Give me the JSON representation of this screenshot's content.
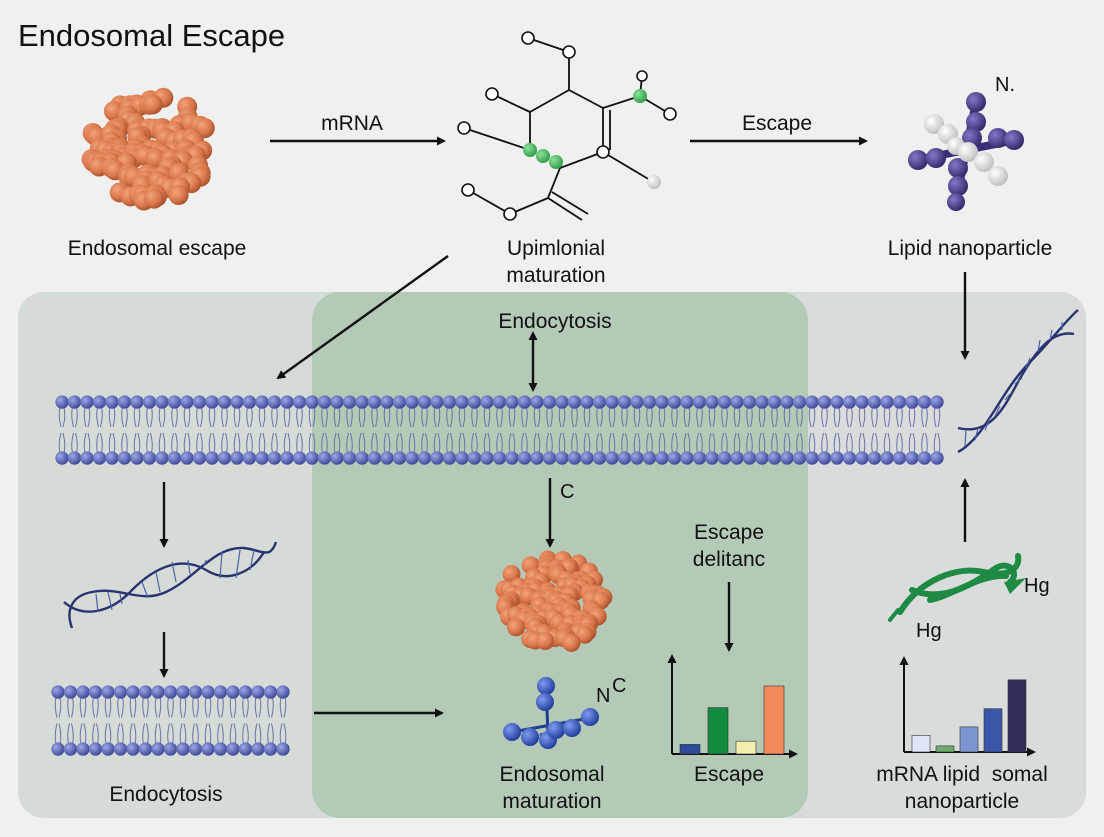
{
  "diagram": {
    "title": "Endosomal Escape",
    "top_row": {
      "cluster_label": "Endosomal escape",
      "arrow_mrna_label": "mRNA",
      "molecule_label_line1": "Upimlonial",
      "molecule_label_line2": "maturation",
      "arrow_escape_label": "Escape",
      "nanoparticle_symbol": "N.",
      "nanoparticle_label": "Lipid nanoparticle"
    },
    "panel": {
      "endocytosis_top_label": "Endocytosis",
      "arrow_c_label": "C",
      "left_bottom_label": "Endocytosis",
      "molecule_symbol_n": "N",
      "molecule_symbol_c": "C",
      "center_label_line1": "Endosomal",
      "center_label_line2": "maturation",
      "chart_label_line1": "Escape",
      "chart_label_line2": "delitanc",
      "chart_axis_label": "Escape",
      "protein_label_right": "Hg",
      "protein_label_left": "Hg",
      "right_chart_label_line1": "mRNA lipid  somal",
      "right_chart_label_line2": "nanoparticle"
    },
    "colors": {
      "cluster": "#d9784c",
      "cluster_shade": "#b5522e",
      "green_atom": "#48b95a",
      "purple_atom": "#4b3b8c",
      "lipid_head": "#5b66b4",
      "dna": "#2a3370",
      "blue_atom": "#3557bf",
      "protein": "#1e8a44",
      "panel_left": "#d7dcd8",
      "panel_center": "#b7cbb9",
      "panel_right": "#d8dbd9"
    }
  },
  "chart_data": [
    {
      "type": "bar",
      "title": "",
      "categories": [
        "",
        "",
        "",
        ""
      ],
      "values": [
        12,
        58,
        16,
        85
      ],
      "colors": [
        "#2e4a9a",
        "#138a3e",
        "#f1eeb0",
        "#f58a5c"
      ],
      "ylim": [
        0,
        100
      ],
      "grid": false
    },
    {
      "type": "bar",
      "title": "",
      "categories": [
        "",
        "",
        "",
        "",
        ""
      ],
      "values": [
        22,
        8,
        33,
        57,
        95
      ],
      "colors": [
        "#dfe6f7",
        "#6cab6c",
        "#7e96cf",
        "#3b56a8",
        "#322e5a"
      ],
      "ylim": [
        0,
        100
      ],
      "grid": false
    }
  ]
}
